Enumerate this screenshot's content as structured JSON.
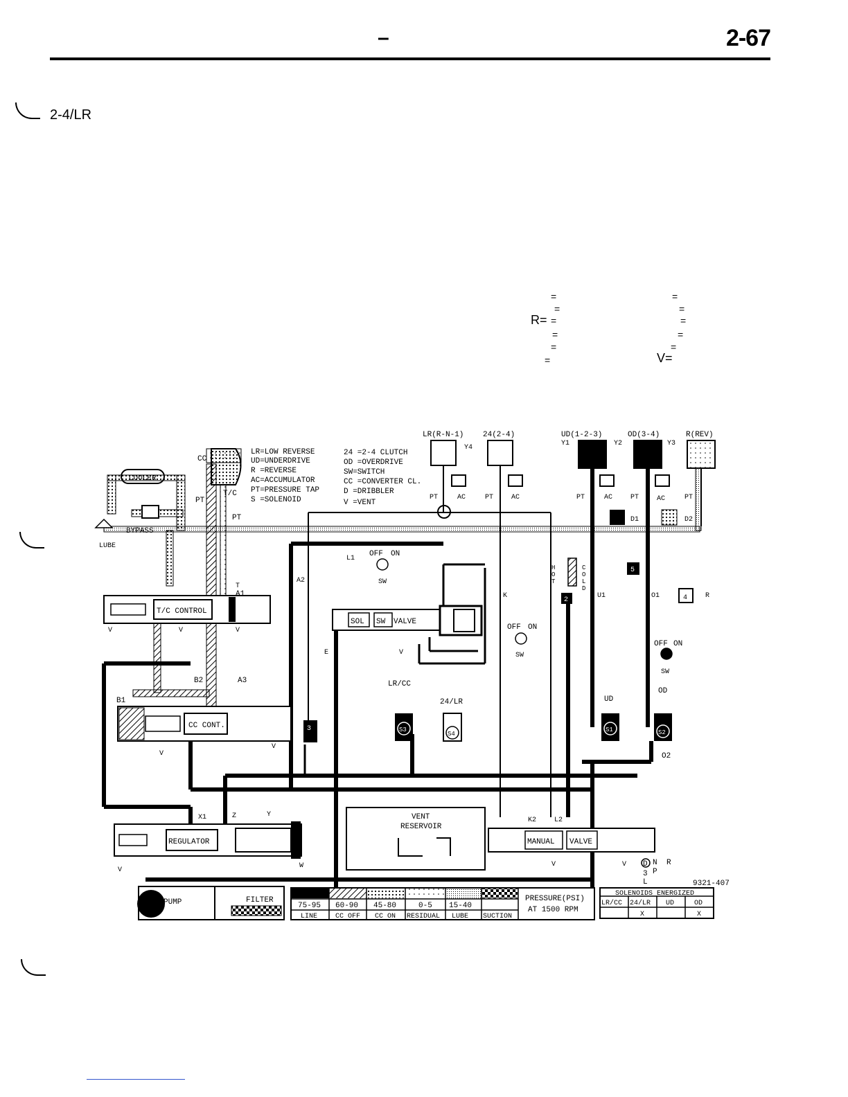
{
  "header": {
    "dash": "–",
    "page_number": "2-67"
  },
  "section": {
    "title": "2-4/LR"
  },
  "equals_block": {
    "left_label": "R=",
    "right_label": "V="
  },
  "diagram": {
    "figure_id": "9321-407",
    "legend_abbrev": [
      "LR=LOW REVERSE",
      "UD=UNDERDRIVE",
      "R =REVERSE",
      "AC=ACCUMULATOR",
      "PT=PRESSURE TAP",
      "S =SOLENOID",
      "24 =2-4 CLUTCH",
      "OD =OVERDRIVE",
      "SW=SWITCH",
      "CC =CONVERTER CL.",
      "D  =DRIBBLER",
      "V  =VENT"
    ],
    "clutch_labels": {
      "lr": "LR(R-N-1)",
      "c24": "24(2-4)",
      "ud": "UD(1-2-3)",
      "od": "OD(3-4)",
      "rev": "R(REV)"
    },
    "components": {
      "cooler": "COOLER",
      "bypass": "BYPASS",
      "lube": "LUBE",
      "cc": "CC",
      "tc": "T/C",
      "tc_control": "T/C CONTROL",
      "cc_cont": "CC CONT.",
      "regulator": "REGULATOR",
      "pump": "PUMP",
      "filter": "FILTER",
      "vent_reservoir_1": "VENT",
      "vent_reservoir_2": "RESERVOIR",
      "manual": "MANUAL",
      "valve": "VALVE",
      "sol": "SOL",
      "sw": "SW",
      "valve2": "VALVE",
      "off": "OFF",
      "on": "ON",
      "hot": "HOT",
      "cold": "COLD"
    },
    "solenoid_labels": {
      "lrcc": "LR/CC",
      "s24": "24/LR",
      "ud": "UD",
      "od": "OD"
    },
    "pressure_legend": {
      "title_1": "PRESSURE(PSI)",
      "title_2": "AT 1500 RPM",
      "ranges": [
        "75-95",
        "60-90",
        "45-80",
        "0-5",
        "15-40",
        ""
      ],
      "names": [
        "LINE",
        "CC OFF",
        "CC ON",
        "RESIDUAL",
        "LUBE",
        "SUCTION"
      ]
    },
    "solenoids_table": {
      "title": "SOLENOIDS ENERGIZED",
      "headers": [
        "LR/CC",
        "24/LR",
        "UD",
        "OD"
      ],
      "values": [
        "",
        "X",
        "",
        "X"
      ]
    },
    "gear_positions": [
      "N",
      "R",
      "P",
      "3",
      "L",
      "D"
    ],
    "colors": {
      "line": "#000000",
      "background": "#ffffff"
    }
  }
}
